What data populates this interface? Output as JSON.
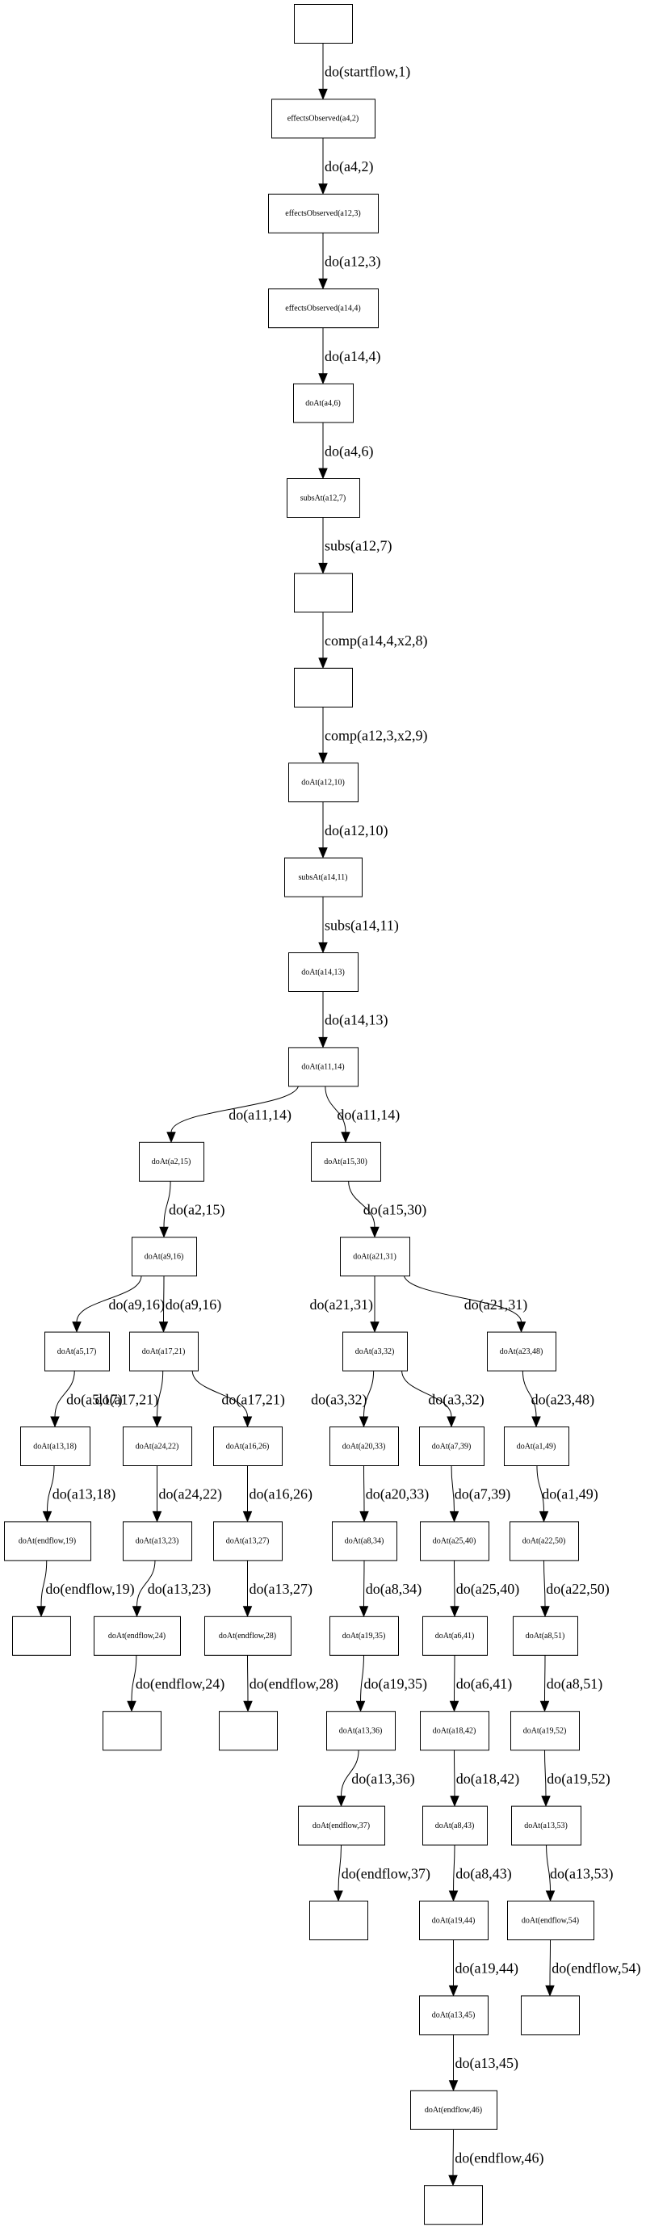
{
  "diagram": {
    "type": "directed-graph",
    "nodes": [
      {
        "id": "n0",
        "label": ""
      },
      {
        "id": "n1",
        "label": "effectsObserved(a4,2)"
      },
      {
        "id": "n2",
        "label": "effectsObserved(a12,3)"
      },
      {
        "id": "n3",
        "label": "effectsObserved(a14,4)"
      },
      {
        "id": "n4",
        "label": "doAt(a4,6)"
      },
      {
        "id": "n5",
        "label": "subsAt(a12,7)"
      },
      {
        "id": "n6",
        "label": ""
      },
      {
        "id": "n7",
        "label": ""
      },
      {
        "id": "n8",
        "label": "doAt(a12,10)"
      },
      {
        "id": "n9",
        "label": "subsAt(a14,11)"
      },
      {
        "id": "n10",
        "label": "doAt(a14,13)"
      },
      {
        "id": "n11",
        "label": "doAt(a11,14)"
      },
      {
        "id": "n12",
        "label": "doAt(a2,15)"
      },
      {
        "id": "n13",
        "label": "doAt(a15,30)"
      },
      {
        "id": "n14",
        "label": "doAt(a9,16)"
      },
      {
        "id": "n15",
        "label": "doAt(a21,31)"
      },
      {
        "id": "n16",
        "label": "doAt(a5,17)"
      },
      {
        "id": "n17",
        "label": "doAt(a17,21)"
      },
      {
        "id": "n18",
        "label": "doAt(a3,32)"
      },
      {
        "id": "n19",
        "label": "doAt(a23,48)"
      },
      {
        "id": "n20",
        "label": "doAt(a13,18)"
      },
      {
        "id": "n21",
        "label": "doAt(a24,22)"
      },
      {
        "id": "n22",
        "label": "doAt(a16,26)"
      },
      {
        "id": "n23",
        "label": "doAt(a20,33)"
      },
      {
        "id": "n24",
        "label": "doAt(a7,39)"
      },
      {
        "id": "n25",
        "label": "doAt(a1,49)"
      },
      {
        "id": "n26",
        "label": "doAt(endflow,19)"
      },
      {
        "id": "n27",
        "label": "doAt(a13,23)"
      },
      {
        "id": "n28",
        "label": "doAt(a13,27)"
      },
      {
        "id": "n29",
        "label": "doAt(a8,34)"
      },
      {
        "id": "n30",
        "label": "doAt(a25,40)"
      },
      {
        "id": "n31",
        "label": "doAt(a22,50)"
      },
      {
        "id": "n32",
        "label": ""
      },
      {
        "id": "n33",
        "label": "doAt(endflow,24)"
      },
      {
        "id": "n34",
        "label": "doAt(endflow,28)"
      },
      {
        "id": "n35",
        "label": "doAt(a19,35)"
      },
      {
        "id": "n36",
        "label": "doAt(a6,41)"
      },
      {
        "id": "n37",
        "label": "doAt(a8,51)"
      },
      {
        "id": "n38",
        "label": ""
      },
      {
        "id": "n39",
        "label": ""
      },
      {
        "id": "n40",
        "label": "doAt(a13,36)"
      },
      {
        "id": "n41",
        "label": "doAt(a18,42)"
      },
      {
        "id": "n42",
        "label": "doAt(a19,52)"
      },
      {
        "id": "n43",
        "label": "doAt(endflow,37)"
      },
      {
        "id": "n44",
        "label": "doAt(a8,43)"
      },
      {
        "id": "n45",
        "label": "doAt(a13,53)"
      },
      {
        "id": "n46",
        "label": ""
      },
      {
        "id": "n47",
        "label": "doAt(a19,44)"
      },
      {
        "id": "n48",
        "label": "doAt(endflow,54)"
      },
      {
        "id": "n49",
        "label": "doAt(a13,45)"
      },
      {
        "id": "n50",
        "label": ""
      },
      {
        "id": "n51",
        "label": "doAt(endflow,46)"
      },
      {
        "id": "n52",
        "label": ""
      }
    ],
    "edges": [
      {
        "from": "n0",
        "to": "n1",
        "label": "do(startflow,1)"
      },
      {
        "from": "n1",
        "to": "n2",
        "label": "do(a4,2)"
      },
      {
        "from": "n2",
        "to": "n3",
        "label": "do(a12,3)"
      },
      {
        "from": "n3",
        "to": "n4",
        "label": "do(a14,4)"
      },
      {
        "from": "n4",
        "to": "n5",
        "label": "do(a4,6)"
      },
      {
        "from": "n5",
        "to": "n6",
        "label": "subs(a12,7)"
      },
      {
        "from": "n6",
        "to": "n7",
        "label": "comp(a14,4,x2,8)"
      },
      {
        "from": "n7",
        "to": "n8",
        "label": "comp(a12,3,x2,9)"
      },
      {
        "from": "n8",
        "to": "n9",
        "label": "do(a12,10)"
      },
      {
        "from": "n9",
        "to": "n10",
        "label": "subs(a14,11)"
      },
      {
        "from": "n10",
        "to": "n11",
        "label": "do(a14,13)"
      },
      {
        "from": "n11",
        "to": "n12",
        "label": "do(a11,14)"
      },
      {
        "from": "n11",
        "to": "n13",
        "label": "do(a11,14)"
      },
      {
        "from": "n12",
        "to": "n14",
        "label": "do(a2,15)"
      },
      {
        "from": "n13",
        "to": "n15",
        "label": "do(a15,30)"
      },
      {
        "from": "n14",
        "to": "n16",
        "label": "do(a9,16)"
      },
      {
        "from": "n14",
        "to": "n17",
        "label": "do(a9,16)"
      },
      {
        "from": "n15",
        "to": "n18",
        "label": "do(a21,31)"
      },
      {
        "from": "n15",
        "to": "n19",
        "label": "do(a21,31)"
      },
      {
        "from": "n16",
        "to": "n20",
        "label": "do(a5,17)"
      },
      {
        "from": "n17",
        "to": "n21",
        "label": "do(a17,21)"
      },
      {
        "from": "n17",
        "to": "n22",
        "label": "do(a17,21)"
      },
      {
        "from": "n18",
        "to": "n23",
        "label": "do(a3,32)"
      },
      {
        "from": "n18",
        "to": "n24",
        "label": "do(a3,32)"
      },
      {
        "from": "n19",
        "to": "n25",
        "label": "do(a23,48)"
      },
      {
        "from": "n20",
        "to": "n26",
        "label": "do(a13,18)"
      },
      {
        "from": "n21",
        "to": "n27",
        "label": "do(a24,22)"
      },
      {
        "from": "n22",
        "to": "n28",
        "label": "do(a16,26)"
      },
      {
        "from": "n23",
        "to": "n29",
        "label": "do(a20,33)"
      },
      {
        "from": "n24",
        "to": "n30",
        "label": "do(a7,39)"
      },
      {
        "from": "n25",
        "to": "n31",
        "label": "do(a1,49)"
      },
      {
        "from": "n26",
        "to": "n32",
        "label": "do(endflow,19)"
      },
      {
        "from": "n27",
        "to": "n33",
        "label": "do(a13,23)"
      },
      {
        "from": "n28",
        "to": "n34",
        "label": "do(a13,27)"
      },
      {
        "from": "n29",
        "to": "n35",
        "label": "do(a8,34)"
      },
      {
        "from": "n30",
        "to": "n36",
        "label": "do(a25,40)"
      },
      {
        "from": "n31",
        "to": "n37",
        "label": "do(a22,50)"
      },
      {
        "from": "n33",
        "to": "n38",
        "label": "do(endflow,24)"
      },
      {
        "from": "n34",
        "to": "n39",
        "label": "do(endflow,28)"
      },
      {
        "from": "n35",
        "to": "n40",
        "label": "do(a19,35)"
      },
      {
        "from": "n36",
        "to": "n41",
        "label": "do(a6,41)"
      },
      {
        "from": "n37",
        "to": "n42",
        "label": "do(a8,51)"
      },
      {
        "from": "n40",
        "to": "n43",
        "label": "do(a13,36)"
      },
      {
        "from": "n41",
        "to": "n44",
        "label": "do(a18,42)"
      },
      {
        "from": "n42",
        "to": "n45",
        "label": "do(a19,52)"
      },
      {
        "from": "n43",
        "to": "n46",
        "label": "do(endflow,37)"
      },
      {
        "from": "n44",
        "to": "n47",
        "label": "do(a8,43)"
      },
      {
        "from": "n45",
        "to": "n48",
        "label": "do(a13,53)"
      },
      {
        "from": "n47",
        "to": "n49",
        "label": "do(a19,44)"
      },
      {
        "from": "n48",
        "to": "n50",
        "label": "do(endflow,54)"
      },
      {
        "from": "n49",
        "to": "n51",
        "label": "do(a13,45)"
      },
      {
        "from": "n51",
        "to": "n52",
        "label": "do(endflow,46)"
      }
    ]
  }
}
